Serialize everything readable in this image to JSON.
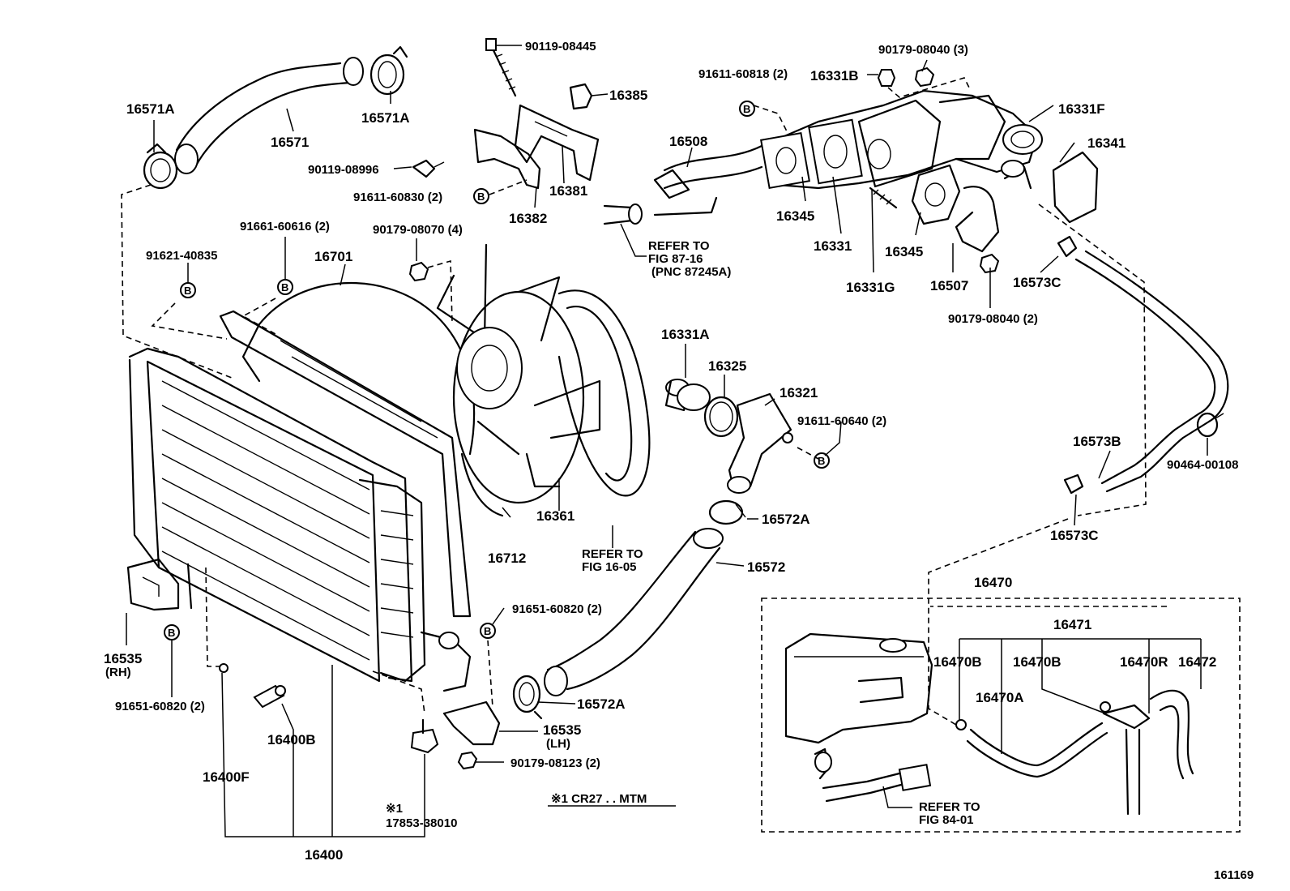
{
  "labels": {
    "p16571A_left": "16571A",
    "p16571": "16571",
    "p16571A_right": "16571A",
    "p90119_08445": "90119-08445",
    "p16385": "16385",
    "p90119_08996": "90119-08996",
    "p91611_60830": "91611-60830 (2)",
    "p16381": "16381",
    "p16382": "16382",
    "p91611_60818": "91611-60818 (2)",
    "p16331B": "16331B",
    "p90179_08040_3": "90179-08040 (3)",
    "p16331F": "16331F",
    "p16508": "16508",
    "p16341": "16341",
    "p16345_a": "16345",
    "p16331": "16331",
    "p16345_b": "16345",
    "p16331G": "16331G",
    "p16507": "16507",
    "p16573C_top": "16573C",
    "p90179_08040_2": "90179-08040 (2)",
    "refer_87_16_a": "REFER TO",
    "refer_87_16_b": "FIG 87-16",
    "refer_87_16_c": "(PNC 87245A)",
    "p91661_60616": "91661-60616 (2)",
    "p90179_08070": "90179-08070 (4)",
    "p91621_40835": "91621-40835",
    "p16701": "16701",
    "p16331A": "16331A",
    "p16325": "16325",
    "p16321": "16321",
    "p91611_60640": "91611-60640 (2)",
    "p16573B": "16573B",
    "p90464_00108": "90464-00108",
    "p16573C_bottom": "16573C",
    "p16361": "16361",
    "p16572A_top": "16572A",
    "p16712": "16712",
    "refer_16_05_a": "REFER TO",
    "refer_16_05_b": "FIG 16-05",
    "p16572": "16572",
    "p16470": "16470",
    "p91651_60820_right": "91651-60820 (2)",
    "p16535_rh_a": "16535",
    "p16535_rh_b": "(RH)",
    "p91651_60820_left": "91651-60820 (2)",
    "p16572A_bottom": "16572A",
    "p16535_lh_a": "16535",
    "p16535_lh_b": "(LH)",
    "p16400B": "16400B",
    "p90179_08123": "90179-08123 (2)",
    "p16400F": "16400F",
    "note_cr27": "※1 CR27 . . MTM",
    "note_mark": "※1",
    "p17853_38010": "17853-38010",
    "p16400": "16400",
    "p16471": "16471",
    "p16470B_a": "16470B",
    "p16470B_b": "16470B",
    "p16470R": "16470R",
    "p16472": "16472",
    "p16470A": "16470A",
    "refer_84_01_a": "REFER TO",
    "refer_84_01_b": "FIG 84-01",
    "figure_number": "161169"
  }
}
